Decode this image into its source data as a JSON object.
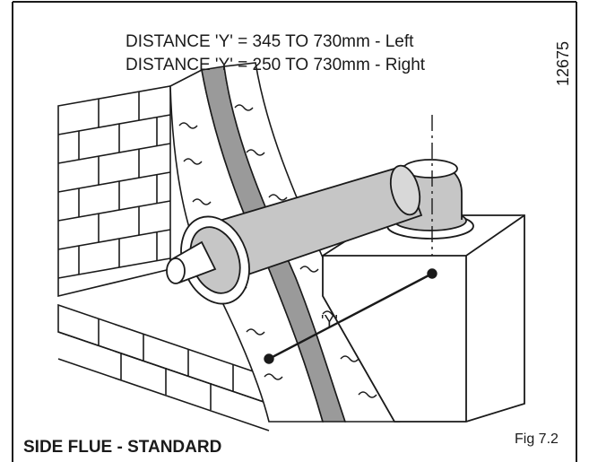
{
  "distance_notes": {
    "left": "DISTANCE 'Y' = 345 TO 730mm - Left",
    "right": "DISTANCE 'Y' = 250 TO 730mm - Right"
  },
  "reference_number": "12675",
  "dimension_label": "'Y'",
  "caption": {
    "title": "SIDE FLUE - STANDARD",
    "figure": "Fig 7.2"
  },
  "colors": {
    "line": "#1a1a1a",
    "pipe_fill": "#c6c6c6",
    "wall_gap": "#9a9a9a",
    "background": "#ffffff"
  }
}
